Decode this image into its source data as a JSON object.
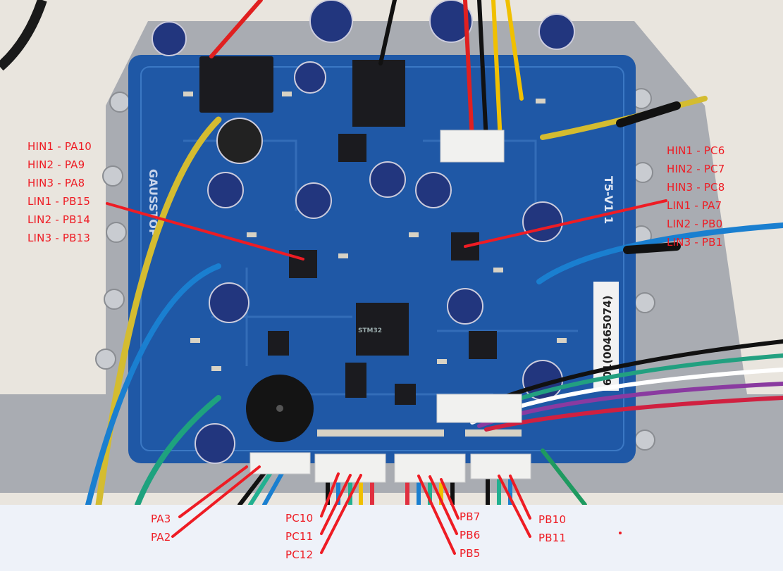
{
  "board": {
    "brand_text": "GAUSSTOP",
    "version_text": "T5-V1.1",
    "serial_text": "601(00465074)",
    "mcu_text": "STM32"
  },
  "colors": {
    "annotation": "#ee1c24",
    "pcb": "#1f58a6",
    "heatsink": "#a9acb2",
    "caption_band": "#eef2f9"
  },
  "left_labels": [
    "HIN1 - PA10",
    "HIN2 - PA9",
    "HIN3 - PA8",
    "LIN1 - PB15",
    "LIN2 - PB14",
    "LIN3 - PB13"
  ],
  "right_labels": [
    "HIN1 - PC6",
    "HIN2 - PC7",
    "HIN3 - PC8",
    "LIN1 - PA7",
    "LIN2 - PB0",
    "LIN3 - PB1"
  ],
  "bottom_labels": {
    "connector1": [
      "PA3",
      "PA2"
    ],
    "connector2": [
      "PC10",
      "PC11",
      "PC12"
    ],
    "connector3": [
      "PB7",
      "PB6",
      "PB5"
    ],
    "connector4": [
      "PB10",
      "PB11"
    ]
  }
}
